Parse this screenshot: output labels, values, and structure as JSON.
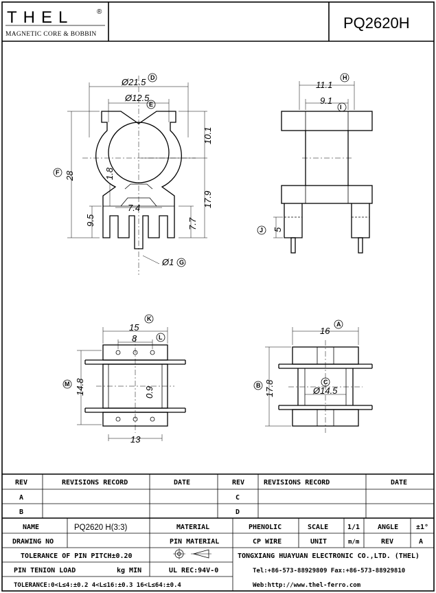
{
  "header": {
    "brand": "THEL",
    "brand_mark": "®",
    "brand_sub": "MAGNETIC CORE & BOBBIN",
    "part_number": "PQ2620H"
  },
  "dims": {
    "front": {
      "d_outer": "Ø21.5",
      "d_outer_id": "D",
      "d_inner": "Ø12.5",
      "d_inner_id": "E",
      "height_total": "28",
      "height_total_id": "F",
      "top_part": "10.1",
      "lower_part": "17.9",
      "rib": "1.8",
      "slot_width": "7.4",
      "pin_len": "9.5",
      "pin_len2": "7.7",
      "pin_dia": "Ø1",
      "pin_dia_id": "G"
    },
    "side": {
      "outer_width": "11.1",
      "outer_width_id": "H",
      "inner_width": "9.1",
      "inner_width_id": "I",
      "pin_height": "5",
      "pin_height_id": "J"
    },
    "top": {
      "width": "15",
      "width_id": "K",
      "pin_pitch": "8",
      "pin_pitch_id": "L",
      "height": "14.8",
      "height_id": "M",
      "wall": "0.9",
      "bottom_width": "13"
    },
    "end": {
      "width": "16",
      "width_id": "A",
      "height": "17.8",
      "height_id": "B",
      "core": "Ø14.5",
      "core_id": "C"
    }
  },
  "revisions": {
    "col_rev": "REV",
    "col_record": "REVISIONS RECORD",
    "col_date": "DATE",
    "rows_left": [
      "A",
      "B"
    ],
    "rows_right": [
      "C",
      "D"
    ]
  },
  "title_block": {
    "name_label": "NAME",
    "name_value": "PQ2620 H(3:3)",
    "material_label": "MATERIAL",
    "material_value": "PHENOLIC",
    "scale_label": "SCALE",
    "scale_value": "1/1",
    "angle_label": "ANGLE",
    "angle_value": "±1°",
    "drawing_no_label": "DRAWING NO",
    "pin_material_label": "PIN MATERIAL",
    "pin_material_value": "CP WIRE",
    "unit_label": "UNIT",
    "unit_value": "m/m",
    "rev_label": "REV",
    "rev_value": "A",
    "pitch_tolerance": "TOLERANCE OF PIN PITCH±0.20",
    "company": "TONGXIANG HUAYUAN ELECTRONIC CO.,LTD. (THEL)",
    "pin_tension_label": "PIN TENION LOAD",
    "pin_tension_unit": "kg MIN",
    "ul_rec": "UL REC:94V-0",
    "tel": "Tel:+86-573-88929809 Fax:+86-573-88929810",
    "tolerance": "TOLERANCE:0<L≤4:±0.2  4<L≤16:±0.3  16<L≤64:±0.4",
    "web": "Web:http://www.thel-ferro.com"
  }
}
